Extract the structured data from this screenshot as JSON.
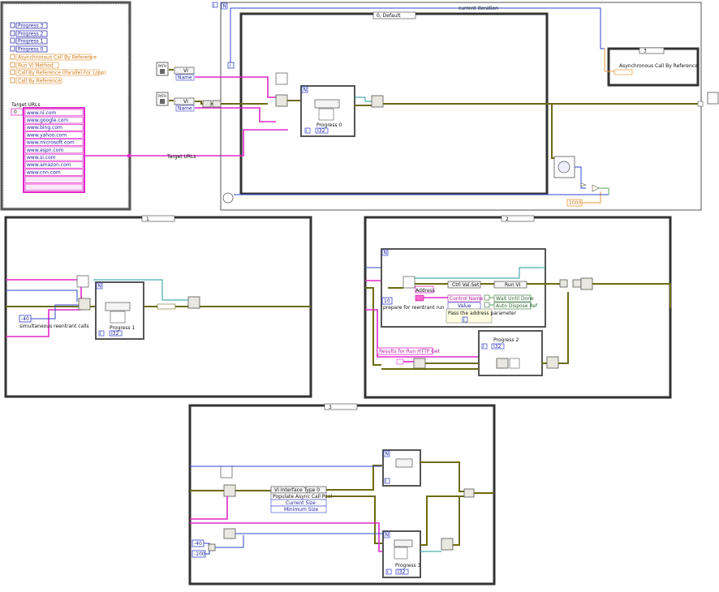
{
  "flat_sequence": {
    "refs_cluster": {
      "items": [
        {
          "label": "Progress 3",
          "color": "#1a1aa0"
        },
        {
          "label": "Progress 2",
          "color": "#1a1aa0"
        },
        {
          "label": "Progress 1",
          "color": "#1a1aa0"
        },
        {
          "label": "Progress 0",
          "color": "#1a1aa0"
        },
        {
          "label": "Asynchronous Call By Reference",
          "color": "#d07a14"
        },
        {
          "label": "Run VI Method",
          "color": "#d07a14"
        },
        {
          "label": "Call By Reference (Parallel For Loop)",
          "color": "#d07a14"
        },
        {
          "label": "Call By Reference",
          "color": "#d07a14"
        }
      ],
      "index_zero": "0"
    },
    "target_urls": {
      "label": "Target URLs",
      "index": "0",
      "items": [
        "www.ni.com",
        "www.google.com",
        "www.bing.com",
        "www.yahoo.com",
        "www.microsoft.com",
        "www.espn.com",
        "www.si.com",
        "www.amazon.com",
        "www.cnn.com"
      ],
      "wire_label": "Target URLs"
    },
    "main_loop": {
      "loop_label": "N",
      "corner_label": "i",
      "current_iteration": "current iteration",
      "case_selector": "0, Default",
      "progress0": "Progress 0",
      "vi_label": "VI",
      "name_label": "Name",
      "path_icon1": "PATH",
      "path_icon2": "PATH",
      "i32": "I32",
      "wait_ms": "1000",
      "tf": "TF"
    },
    "inner_case_3": {
      "selector": "3",
      "label": "Asynchronous Call By Reference"
    },
    "case1": {
      "selector": "1",
      "constant": "-40",
      "comment": "simultaneous reentrant calls",
      "progress1": "Progress 1",
      "i32": "I32"
    },
    "case2": {
      "selector": "2",
      "address": "Address",
      "constant_n": "10",
      "comment_reentrant": "prepare for reentrant run",
      "ctrl_val_set": "Ctrl Val.Set",
      "control_name": "Control Name",
      "value": "Value",
      "run_vi": "Run VI",
      "wait_until_done": "Wait Until Done",
      "auto_dispose": "Auto Dispose Ref",
      "pass_address": "Pass the address parameter",
      "progress2": "Progress 2",
      "results_label": "Results for Run HTTP Get",
      "i32": "I32",
      "tf1": "TF",
      "tf2": "TF"
    },
    "case3": {
      "selector": "3",
      "vi_interface": "VI Interface Type 0",
      "populate": "Populate Async Call Pool",
      "current_size": "Current Size",
      "minimum_size": "Minimum Size",
      "const1": "-40",
      "const2": "-100",
      "progress3": "Progress 3",
      "i32": "I32"
    }
  }
}
